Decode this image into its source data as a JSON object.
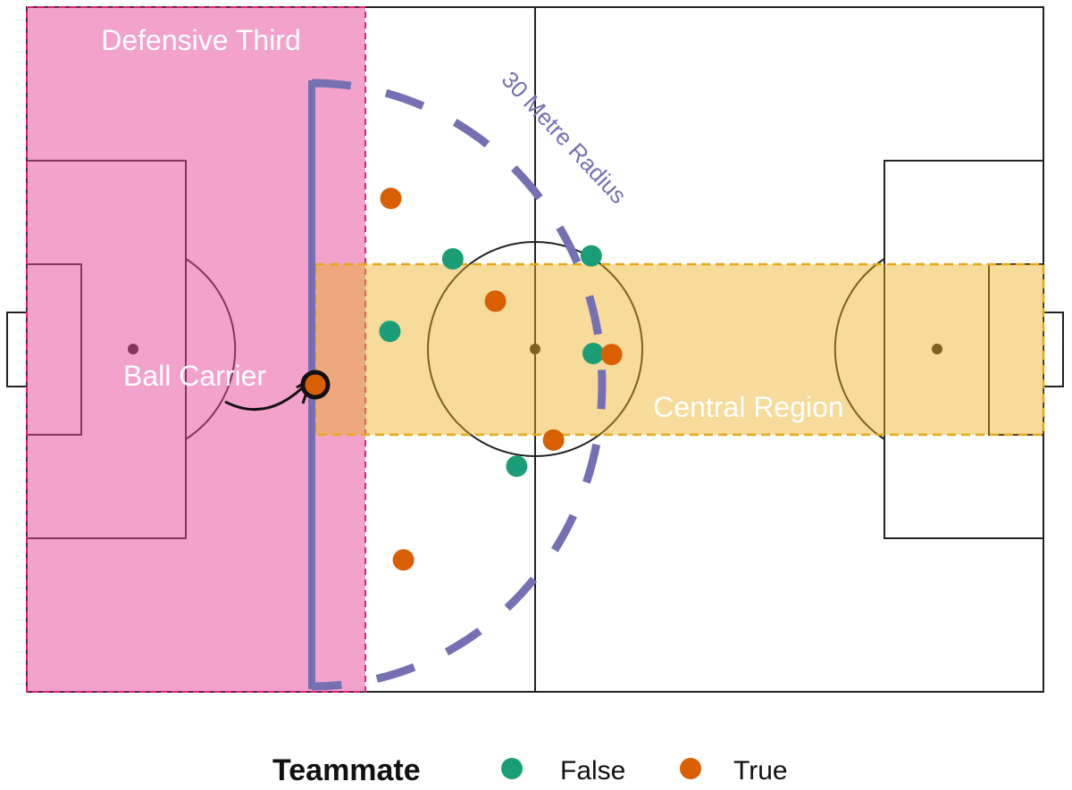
{
  "chart_data": {
    "type": "scatter",
    "title": "",
    "pitch": {
      "length_m": 105,
      "width_m": 68
    },
    "annotations": {
      "defensive_third": "Defensive Third",
      "ball_carrier": "Ball Carrier",
      "central_region": "Central Region",
      "radius": "30 Metre Radius"
    },
    "regions": {
      "defensive_third_x": [
        0,
        35
      ],
      "central_region_y": [
        25.5,
        42.5
      ],
      "radius_m": 30
    },
    "ball_carrier": {
      "x": 29.8,
      "y": 37.5
    },
    "legend": {
      "title": "Teammate",
      "items": [
        "False",
        "True"
      ],
      "position": "bottom"
    },
    "series": [
      {
        "name": "False",
        "color": "#1b9e77",
        "points": [
          {
            "x": 44.0,
            "y": 25.0
          },
          {
            "x": 58.3,
            "y": 24.7
          },
          {
            "x": 37.5,
            "y": 32.2
          },
          {
            "x": 58.5,
            "y": 34.4
          },
          {
            "x": 50.6,
            "y": 45.6
          }
        ]
      },
      {
        "name": "True",
        "color": "#d95f02",
        "points": [
          {
            "x": 37.6,
            "y": 19.0
          },
          {
            "x": 48.4,
            "y": 29.2
          },
          {
            "x": 60.4,
            "y": 34.5
          },
          {
            "x": 54.4,
            "y": 43.0
          },
          {
            "x": 38.9,
            "y": 54.9
          }
        ]
      }
    ]
  },
  "colors": {
    "defensive": "#e8459a",
    "central": "#eab020",
    "radius": "#7570b3",
    "false": "#1b9e77",
    "true": "#d95f02"
  }
}
